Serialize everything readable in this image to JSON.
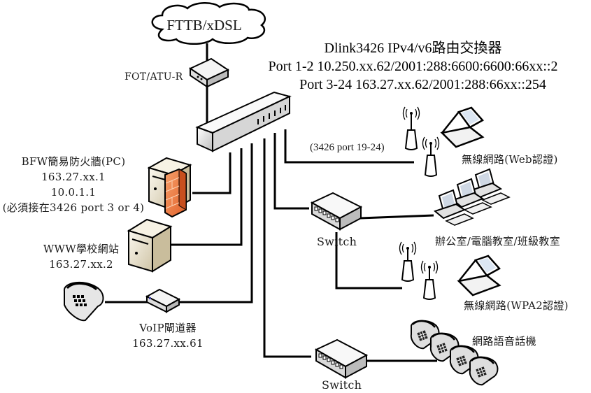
{
  "diagram": {
    "title_lines": [
      "Dlink3426 IPv4/v6路由交換器",
      "Port 1-2 10.250.xx.62/2001:288:6600:6600:66xx::2",
      "Port 3-24 163.27.xx.62/2001:288:66xx::254"
    ],
    "cloud": {
      "label": "FTTB/xDSL"
    },
    "modem": {
      "label": "FOT/ATU-R"
    },
    "firewall": {
      "lines": [
        "BFW簡易防火牆(PC)",
        "163.27.xx.1",
        "10.0.1.1",
        "(必須接在3426 port 3 or 4)"
      ]
    },
    "web_server": {
      "lines": [
        "WWW學校網站",
        "163.27.xx.2"
      ]
    },
    "voip_gateway": {
      "lines": [
        "VoIP閘道器",
        "163.27.xx.61"
      ]
    },
    "wireless_web": {
      "port_note": "(3426 port 19-24)",
      "label": "無線網路(Web認證)"
    },
    "switch_office": {
      "label": "Switch"
    },
    "classrooms": {
      "label": "辦公室/電腦教室/班級教室"
    },
    "wireless_wpa2": {
      "label": "無線網路(WPA2認證)"
    },
    "switch_phones": {
      "label": "Switch"
    },
    "ip_phones": {
      "label": "網路語音話機"
    },
    "colors": {
      "line": "#000000",
      "firewall_orange": "#f07d3c",
      "server_beige": "#ece4cf",
      "device_gray": "#e6e6e6"
    }
  }
}
